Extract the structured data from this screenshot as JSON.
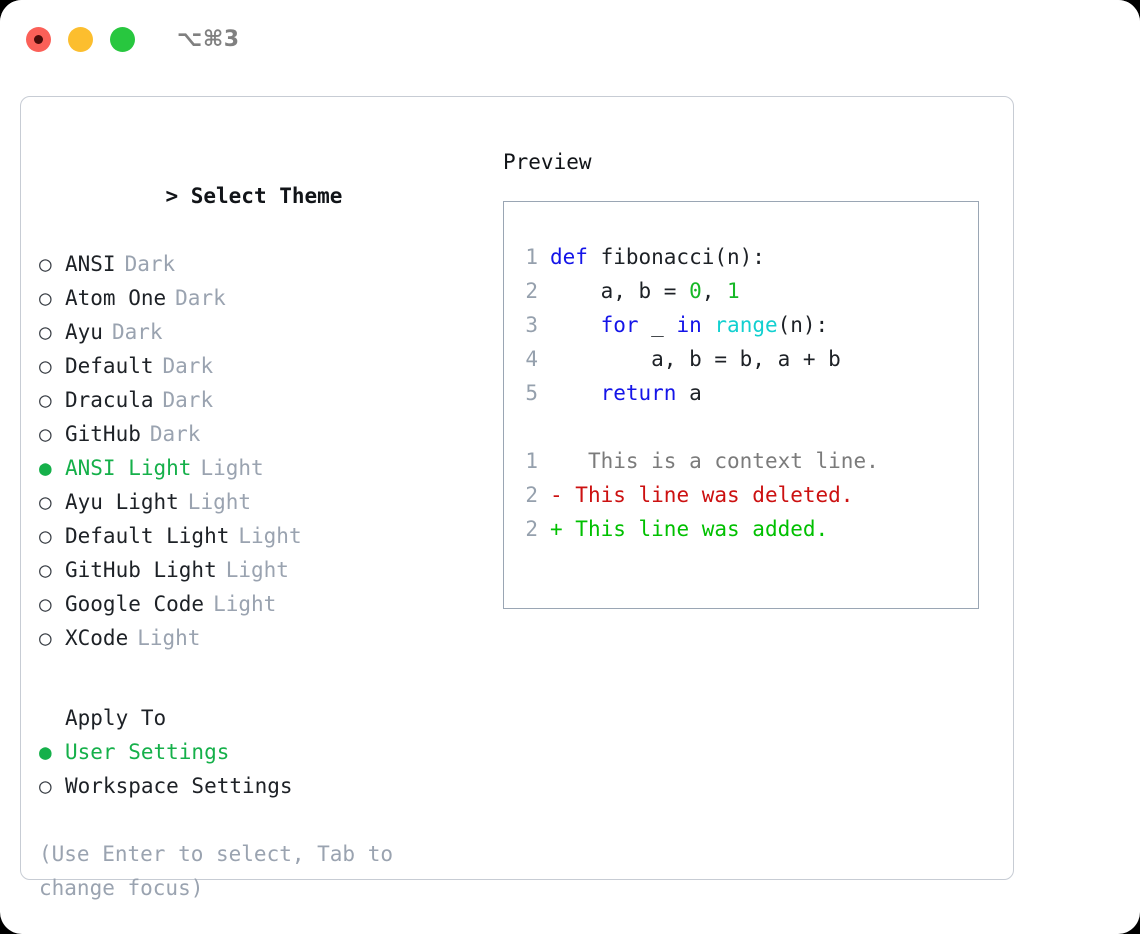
{
  "titlebar": {
    "shortcut": "⌥⌘3",
    "buttons": [
      "close",
      "minimize",
      "maximize"
    ]
  },
  "theme_list": {
    "header_prefix": "> ",
    "header": "Select Theme",
    "marker_selected": "●",
    "marker_unselected": "○",
    "items": [
      {
        "label": "ANSI",
        "variant": "Dark",
        "selected": false
      },
      {
        "label": "Atom One",
        "variant": "Dark",
        "selected": false
      },
      {
        "label": "Ayu",
        "variant": "Dark",
        "selected": false
      },
      {
        "label": "Default",
        "variant": "Dark",
        "selected": false
      },
      {
        "label": "Dracula",
        "variant": "Dark",
        "selected": false
      },
      {
        "label": "GitHub",
        "variant": "Dark",
        "selected": false
      },
      {
        "label": "ANSI Light",
        "variant": "Light",
        "selected": true
      },
      {
        "label": "Ayu Light",
        "variant": "Light",
        "selected": false
      },
      {
        "label": "Default Light",
        "variant": "Light",
        "selected": false
      },
      {
        "label": "GitHub Light",
        "variant": "Light",
        "selected": false
      },
      {
        "label": "Google Code",
        "variant": "Light",
        "selected": false
      },
      {
        "label": "XCode",
        "variant": "Light",
        "selected": false
      }
    ]
  },
  "apply_to": {
    "header": "Apply To",
    "items": [
      {
        "label": "User Settings",
        "selected": true
      },
      {
        "label": "Workspace Settings",
        "selected": false
      }
    ]
  },
  "hint": "(Use Enter to select, Tab to change focus)",
  "preview": {
    "title": "Preview",
    "code_lines": [
      {
        "num": "1",
        "tokens": [
          {
            "t": "def ",
            "c": "kw"
          },
          {
            "t": "fibonacci(n):",
            "c": "id"
          }
        ]
      },
      {
        "num": "2",
        "tokens": [
          {
            "t": "    a, b = ",
            "c": "plain"
          },
          {
            "t": "0",
            "c": "num"
          },
          {
            "t": ", ",
            "c": "plain"
          },
          {
            "t": "1",
            "c": "num"
          }
        ]
      },
      {
        "num": "3",
        "tokens": [
          {
            "t": "    ",
            "c": "plain"
          },
          {
            "t": "for",
            "c": "kw"
          },
          {
            "t": " _ ",
            "c": "plain"
          },
          {
            "t": "in",
            "c": "kw"
          },
          {
            "t": " ",
            "c": "plain"
          },
          {
            "t": "range",
            "c": "fn"
          },
          {
            "t": "(n):",
            "c": "plain"
          }
        ]
      },
      {
        "num": "4",
        "tokens": [
          {
            "t": "        a, b = b, a + b",
            "c": "plain"
          }
        ]
      },
      {
        "num": "5",
        "tokens": [
          {
            "t": "    ",
            "c": "plain"
          },
          {
            "t": "return",
            "c": "kw"
          },
          {
            "t": " a",
            "c": "plain"
          }
        ]
      }
    ],
    "diff_lines": [
      {
        "num": "1",
        "marker": " ",
        "text": "  This is a context line.",
        "kind": "ctx"
      },
      {
        "num": "2",
        "marker": "-",
        "text": " This line was deleted.",
        "kind": "del"
      },
      {
        "num": "2",
        "marker": "+",
        "text": " This line was added.",
        "kind": "add"
      }
    ]
  },
  "colors": {
    "accent_green": "#15b04a",
    "muted_gray": "#9aa3b0",
    "keyword_blue": "#1414e8",
    "builtin_cyan": "#12d0d0",
    "number_green": "#16b826",
    "diff_delete_red": "#cc1111",
    "diff_add_green": "#00c000",
    "panel_border": "#9aa6b4",
    "frame_border": "#c7ccd4"
  }
}
